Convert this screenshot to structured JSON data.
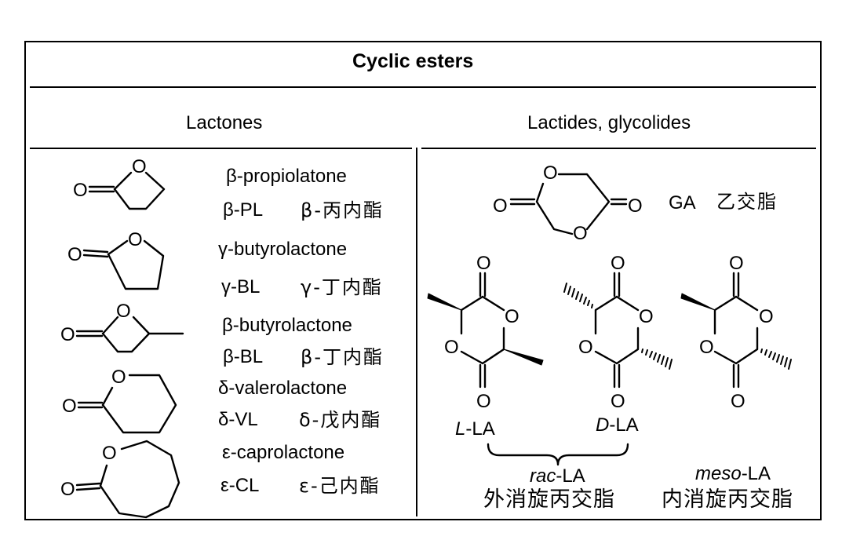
{
  "table": {
    "title": "Cyclic esters",
    "left_header": "Lactones",
    "right_header": "Lactides, glycolides"
  },
  "atom_label": "O",
  "lactones": [
    {
      "name": "β-propiolatone",
      "abbr": "β-PL",
      "chinese": "β-丙内酯"
    },
    {
      "name": "γ-butyrolactone",
      "abbr": "γ-BL",
      "chinese": "γ-丁内酯"
    },
    {
      "name": "β-butyrolactone",
      "abbr": "β-BL",
      "chinese": "β-丁内酯"
    },
    {
      "name": "δ-valerolactone",
      "abbr": "δ-VL",
      "chinese": "δ-戊内酯"
    },
    {
      "name": "ε-caprolactone",
      "abbr": "ε-CL",
      "chinese": "ε-己内酯"
    }
  ],
  "glycolide": {
    "abbr": "GA",
    "chinese": "乙交脂"
  },
  "lactides": {
    "l_prefix": "L",
    "l_suffix": "-LA",
    "d_prefix": "D",
    "d_suffix": "-LA",
    "rac_prefix": "rac",
    "rac_suffix": "-LA",
    "rac_chinese": "外消旋丙交脂",
    "meso_prefix": "meso",
    "meso_suffix": "-LA",
    "meso_chinese": "内消旋丙交脂"
  }
}
